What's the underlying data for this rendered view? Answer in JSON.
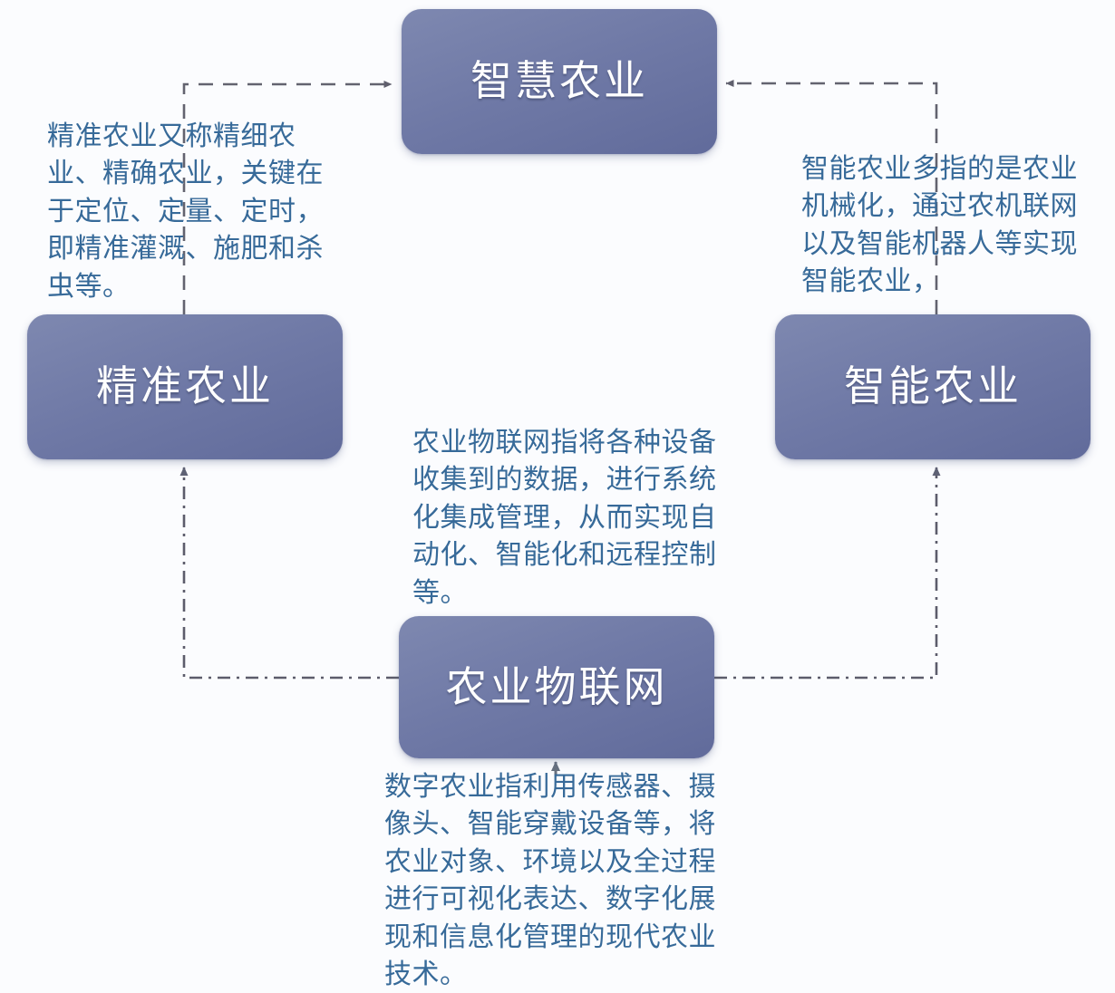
{
  "diagram": {
    "title_node": "智慧农业",
    "background_color": "#fbfcfe",
    "node_fill_color": "#6f79a6",
    "note_text_color": "#376a99",
    "connector_color": "#5a5a6e",
    "nodes": [
      {
        "id": "smart",
        "label": "智慧农业"
      },
      {
        "id": "precision",
        "label": "精准农业"
      },
      {
        "id": "intelligent",
        "label": "智能农业"
      },
      {
        "id": "iot",
        "label": "农业物联网"
      }
    ],
    "notes": [
      {
        "id": "precision-note",
        "text": "精准农业又称精细农业、精确农业，关键在于定位、定量、定时，即精准灌溉、施肥和杀虫等。"
      },
      {
        "id": "intelligent-note",
        "text": "智能农业多指的是农业机械化，通过农机联网以及智能机器人等实现智能农业，"
      },
      {
        "id": "iot-note",
        "text": "农业物联网指将各种设备收集到的数据，进行系统化集成管理，从而实现自动化、智能化和远程控制等。"
      },
      {
        "id": "digital-note",
        "text": "数字农业指利用传感器、摄像头、智能穿戴设备等，将农业对象、环境以及全过程进行可视化表达、数字化展现和信息化管理的现代农业技术。"
      }
    ],
    "connectors": [
      {
        "id": "precision-to-smart",
        "from": "precision",
        "to": "smart",
        "style": "dashed",
        "arrow": "right"
      },
      {
        "id": "intelligent-to-smart",
        "from": "intelligent",
        "to": "smart",
        "style": "dashed",
        "arrow": "left"
      },
      {
        "id": "iot-to-precision",
        "from": "iot",
        "to": "precision",
        "style": "dash-dot",
        "arrow": "up"
      },
      {
        "id": "iot-to-intelligent",
        "from": "iot",
        "to": "intelligent",
        "style": "dash-dot",
        "arrow": "up"
      },
      {
        "id": "digital-to-iot",
        "from": "digital-note",
        "to": "iot",
        "style": "solid",
        "arrow": "up"
      }
    ]
  }
}
